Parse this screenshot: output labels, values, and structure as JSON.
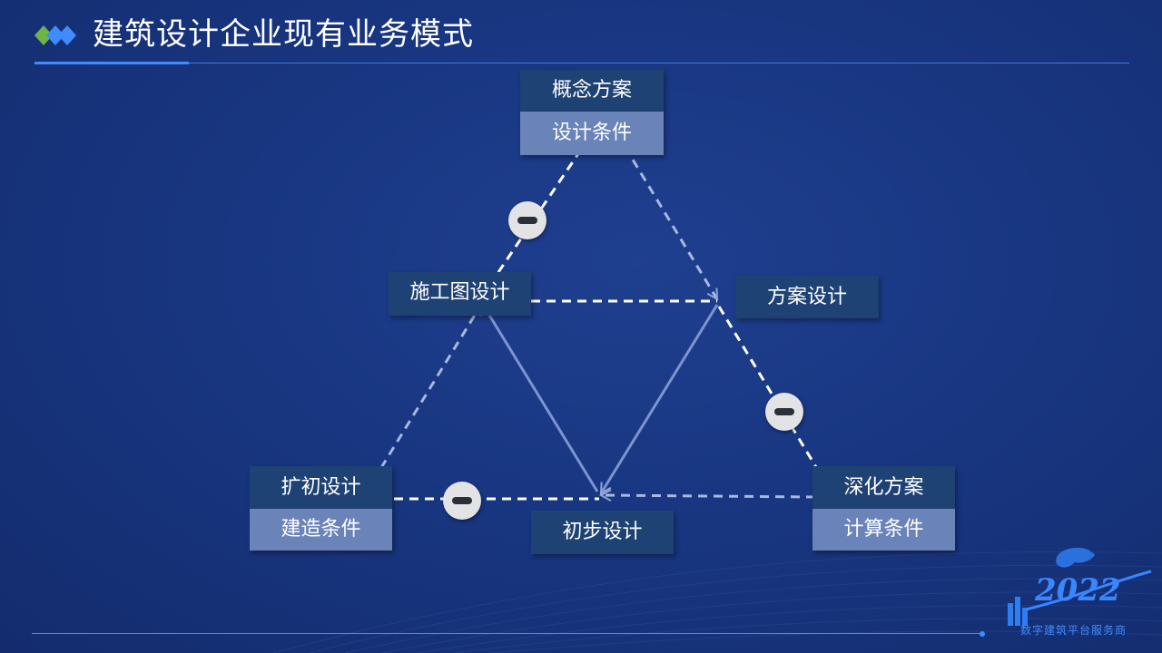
{
  "header": {
    "title": "建筑设计企业现有业务模式"
  },
  "diagram": {
    "top_node": {
      "label": "概念方案",
      "sublabel": "设计条件"
    },
    "upper_left_node": {
      "label": "施工图设计"
    },
    "upper_right_node": {
      "label": "方案设计"
    },
    "bottom_left_node": {
      "label": "扩初设计",
      "sublabel": "建造条件"
    },
    "bottom_center_node": {
      "label": "初步设计"
    },
    "bottom_right_node": {
      "label": "深化方案",
      "sublabel": "计算条件"
    }
  },
  "footer": {
    "brand_text": "数字建筑平台服务商",
    "year_logo": "2022"
  },
  "colors": {
    "background": "#183681",
    "node_dark": "#1e4273",
    "node_light": "#6a83b8",
    "accent_line": "#3f8cff"
  }
}
